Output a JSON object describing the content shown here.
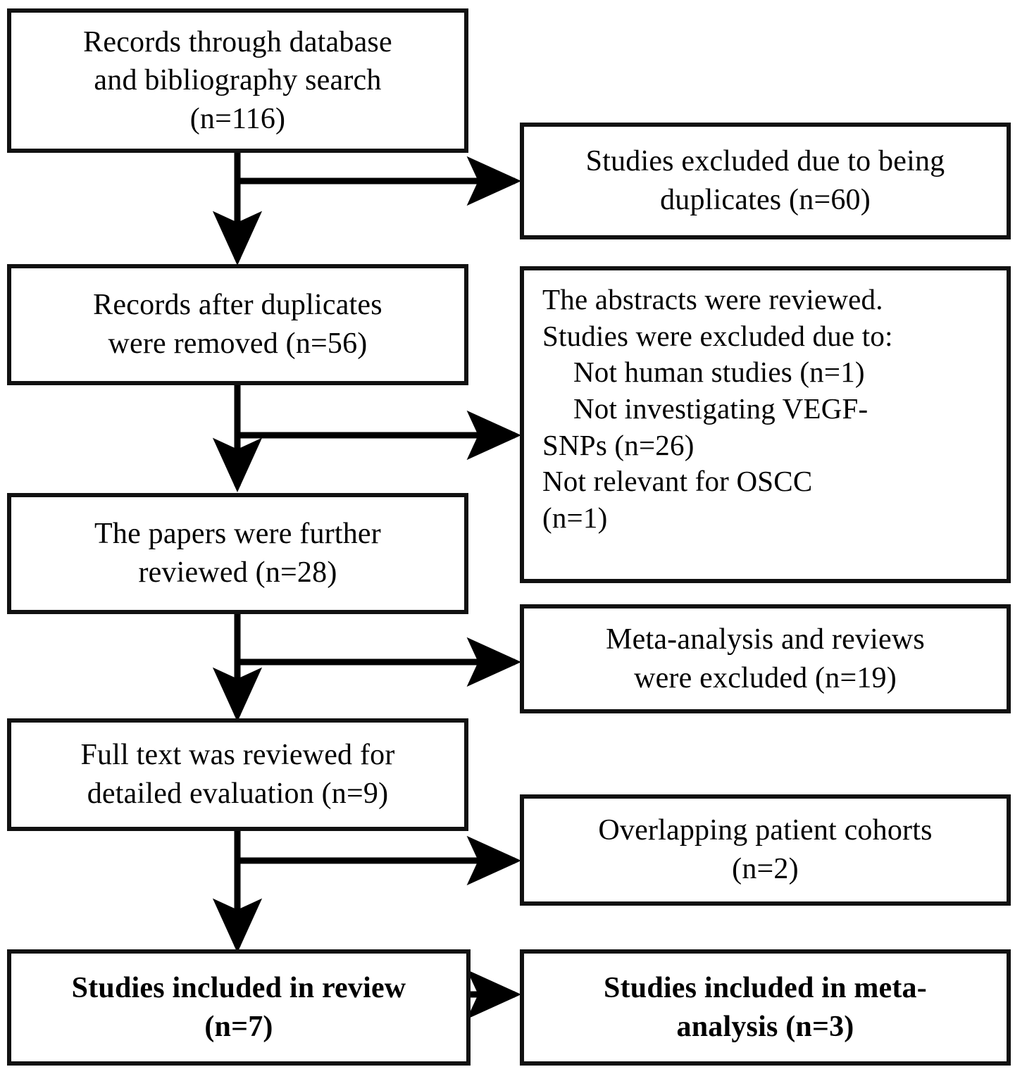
{
  "diagram": {
    "type": "prisma-flow-diagram",
    "title": "Study selection flow",
    "colors": {
      "box_border": "#111111",
      "box_fill": "#ffffff",
      "connector": "#000000",
      "text": "#000000"
    },
    "nodes": [
      {
        "id": "records-identified",
        "column": "left",
        "bold": false,
        "align": "center",
        "lines": [
          "Records through database",
          "and bibliography search",
          "(n=116)"
        ]
      },
      {
        "id": "duplicates-excluded",
        "column": "right",
        "bold": false,
        "align": "center",
        "lines": [
          "Studies excluded due to being",
          "duplicates (n=60)"
        ]
      },
      {
        "id": "records-after-duplicates",
        "column": "left",
        "bold": false,
        "align": "center",
        "lines": [
          "Records after duplicates",
          "were removed (n=56)"
        ]
      },
      {
        "id": "abstracts-reviewed-exclusions",
        "column": "right",
        "bold": false,
        "align": "left",
        "lines": [
          "The abstracts were reviewed.",
          "Studies were excluded due to:",
          "Not human studies (n=1)",
          "Not investigating VEGF-",
          "SNPs (n=26)",
          "Not relevant for OSCC",
          "(n=1)"
        ],
        "indented_line_indices": [
          2,
          3,
          5
        ]
      },
      {
        "id": "papers-further-reviewed",
        "column": "left",
        "bold": false,
        "align": "center",
        "lines": [
          "The papers were further",
          "reviewed (n=28)"
        ]
      },
      {
        "id": "meta-analysis-reviews-excluded",
        "column": "right",
        "bold": false,
        "align": "center",
        "lines": [
          "Meta-analysis and reviews",
          "were excluded (n=19)"
        ]
      },
      {
        "id": "full-text-reviewed",
        "column": "left",
        "bold": false,
        "align": "center",
        "lines": [
          "Full text was reviewed for",
          "detailed evaluation (n=9)"
        ]
      },
      {
        "id": "overlapping-cohorts-excluded",
        "column": "right",
        "bold": false,
        "align": "center",
        "lines": [
          "Overlapping patient cohorts",
          "(n=2)"
        ]
      },
      {
        "id": "included-in-review",
        "column": "left",
        "bold": true,
        "align": "center",
        "lines": [
          "Studies included in review",
          "(n=7)"
        ]
      },
      {
        "id": "included-in-meta-analysis",
        "column": "right",
        "bold": true,
        "align": "center",
        "lines": [
          "Studies included in meta-",
          "analysis (n=3)"
        ]
      }
    ],
    "counts": {
      "records_identified": 116,
      "duplicates_excluded": 60,
      "records_after_duplicates": 56,
      "not_human_studies": 1,
      "not_investigating_vegf_snps": 26,
      "not_relevant_for_oscc": 1,
      "papers_further_reviewed": 28,
      "meta_analysis_and_reviews_excluded": 19,
      "full_text_reviewed": 9,
      "overlapping_patient_cohorts": 2,
      "included_in_review": 7,
      "included_in_meta_analysis": 3
    }
  }
}
